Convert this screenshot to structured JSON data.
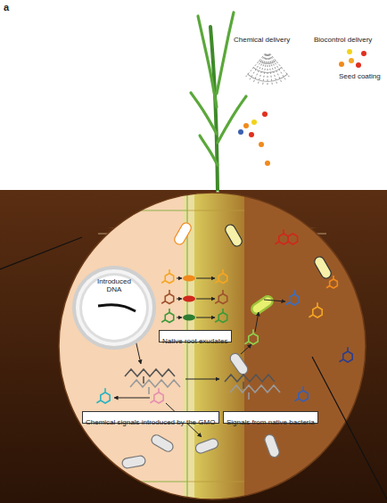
{
  "diagram": {
    "nodes": [
      {
        "text": [
          "Introduced DNA"
        ]
      },
      {
        "text": [
          "Native root exudates"
        ]
      },
      {
        "text": [
          "Chemical signals introduced by the GMO"
        ]
      },
      {
        "text": [
          "Signals from native bacteria"
        ]
      }
    ],
    "labels": [
      "a",
      "Chemical delivery",
      "Biocontrol delivery",
      "Seed coating"
    ]
  }
}
